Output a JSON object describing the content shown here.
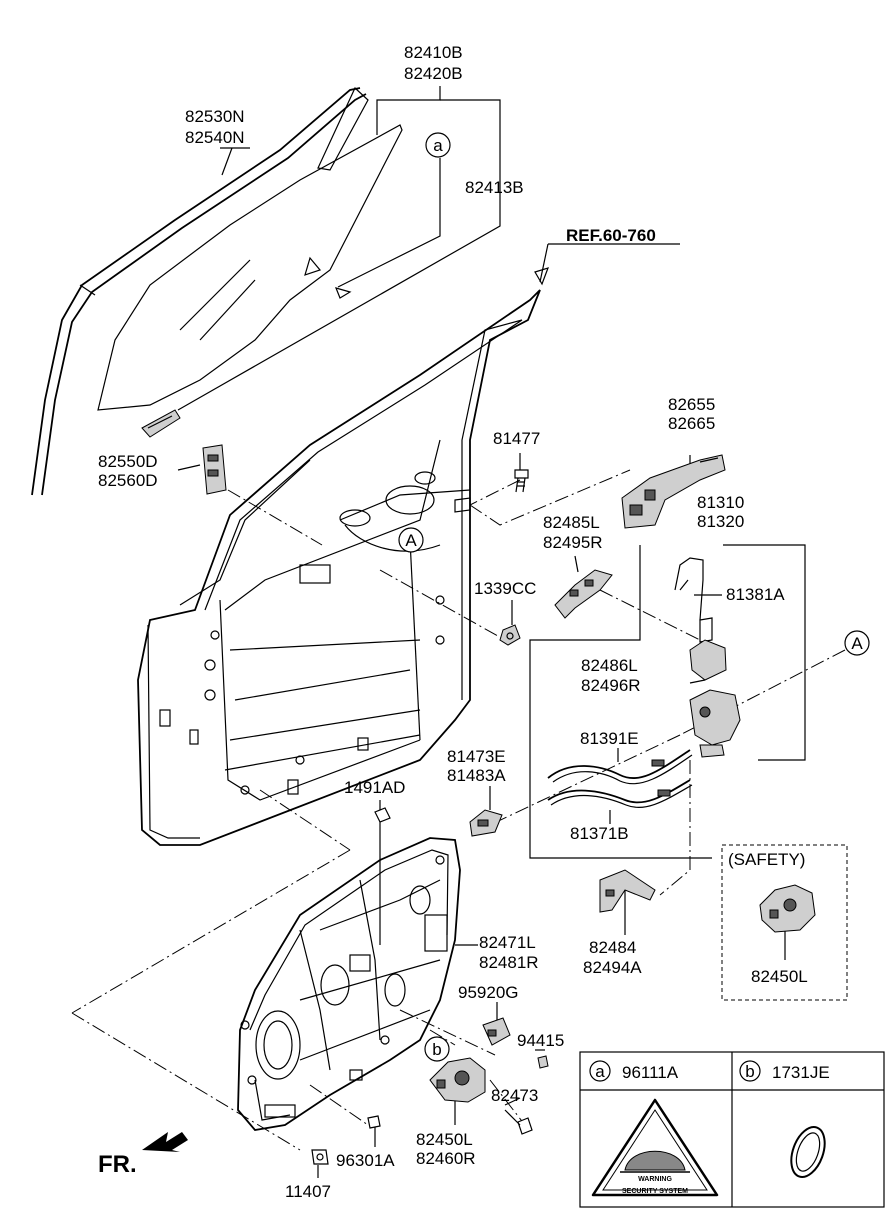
{
  "parts": {
    "p82410B": "82410B",
    "p82420B": "82420B",
    "p82530N": "82530N",
    "p82540N": "82540N",
    "p82413B": "82413B",
    "ref": "REF.60-760",
    "p82655": "82655",
    "p82665": "82665",
    "p81477": "81477",
    "p82550D": "82550D",
    "p82560D": "82560D",
    "p81310": "81310",
    "p81320": "81320",
    "p82485L": "82485L",
    "p82495R": "82495R",
    "p1339CC": "1339CC",
    "p81381A": "81381A",
    "p82486L": "82486L",
    "p82496R": "82496R",
    "p81473E": "81473E",
    "p81483A": "81483A",
    "p81391E": "81391E",
    "p1491AD": "1491AD",
    "p81371B": "81371B",
    "safety": "(SAFETY)",
    "p82484": "82484",
    "p82494A": "82494A",
    "p82471L": "82471L",
    "p82481R": "82481R",
    "p82450L_safety": "82450L",
    "p95920G": "95920G",
    "p94415": "94415",
    "p82473": "82473",
    "p82450L": "82450L",
    "p82460R": "82460R",
    "p96301A": "96301A",
    "p11407": "11407"
  },
  "callouts": {
    "a": "a",
    "b": "b",
    "A_left": "A",
    "A_right": "A"
  },
  "legend": {
    "a_letter": "a",
    "a_part": "96111A",
    "b_letter": "b",
    "b_part": "1731JE",
    "warning_text": "WARNING",
    "security_text": "SECURITY SYSTEM"
  },
  "direction": "FR."
}
